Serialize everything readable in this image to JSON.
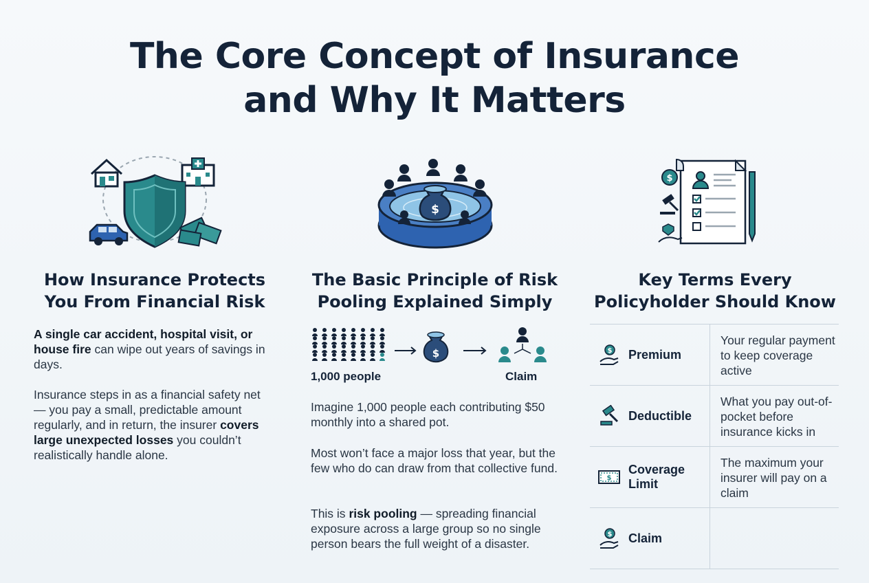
{
  "title": {
    "line1": "The Core Concept of Insurance",
    "line2": "and Why It Matters"
  },
  "columns": [
    {
      "heading_line1": "How Insurance Protects",
      "heading_line2": "You From Financial Risk",
      "p1_bold": "A single car accident, hospital visit, or house fire",
      "p1_rest": " can wipe out years of savings in days.",
      "p2_start": "Insurance steps in as a financial safety net — you pay a small, predictable amount regularly, and in return, the insurer ",
      "p2_bold": "covers large unexpected losses",
      "p2_end": " you couldn’t realistically handle alone."
    },
    {
      "heading_line1": "The Basic Principle of Risk",
      "heading_line2": "Pooling Explained Simply",
      "diagram_left_label": "1,000 people",
      "diagram_right_label": "Claim",
      "p1": "Imagine 1,000 people each contributing $50 monthly into a shared pot.",
      "p2": "Most won’t face a major loss that year, but the few who do can draw from that collective fund.",
      "p3_start": "This is ",
      "p3_bold": "risk pooling",
      "p3_end": " — spreading financial exposure across a large group so no single person bears the full weight of a disaster."
    },
    {
      "heading_line1": "Key Terms Every",
      "heading_line2": "Policyholder Should Know"
    }
  ],
  "terms": [
    {
      "name": "Premium",
      "definition": "Your regular payment to keep coverage active",
      "icon": "hand-coin-icon"
    },
    {
      "name": "Deductible",
      "definition": "What you pay out-of-pocket before insurance kicks in",
      "icon": "gavel-icon"
    },
    {
      "name": "Coverage Limit",
      "definition": "The maximum your insurer will pay on a claim",
      "icon": "banknote-icon"
    },
    {
      "name": "Claim",
      "definition": "",
      "icon": "hand-coin-icon"
    }
  ],
  "colors": {
    "navy": "#142338",
    "teal": "#2a8a8c",
    "blue": "#2e63b0"
  }
}
